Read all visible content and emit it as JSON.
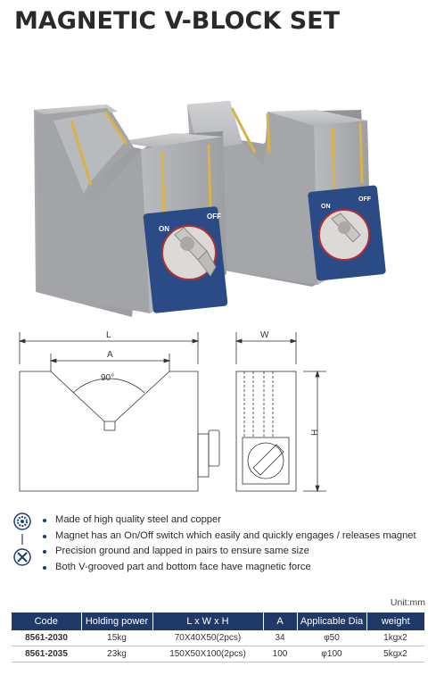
{
  "title": "MAGNETIC V-BLOCK SET",
  "photo": {
    "switch_on": "ON",
    "switch_off": "OFF"
  },
  "drawing": {
    "label_L": "L",
    "label_A": "A",
    "label_angle": "90°",
    "label_W": "W",
    "label_H": "H"
  },
  "features": [
    "Made of high quality steel and copper",
    "Magnet has an On/Off switch which easily and quickly engages / releases magnet",
    "Precision ground and lapped in pairs to ensure same size",
    "Both V-grooved part and bottom face have magnetic force"
  ],
  "unit": "Unit:mm",
  "table": {
    "headers": [
      "Code",
      "Holding power",
      "L x W x H",
      "A",
      "Applicable Dia",
      "weight"
    ],
    "rows": [
      [
        "8561-2030",
        "15kg",
        "70X40X50(2pcs)",
        "34",
        "φ50",
        "1kgx2"
      ],
      [
        "8561-2035",
        "23kg",
        "150X50X100(2pcs)",
        "100",
        "φ100",
        "5kgx2"
      ]
    ]
  },
  "colors": {
    "header_bg": "#1f3a68",
    "plate_blue": "#2a4b86"
  }
}
